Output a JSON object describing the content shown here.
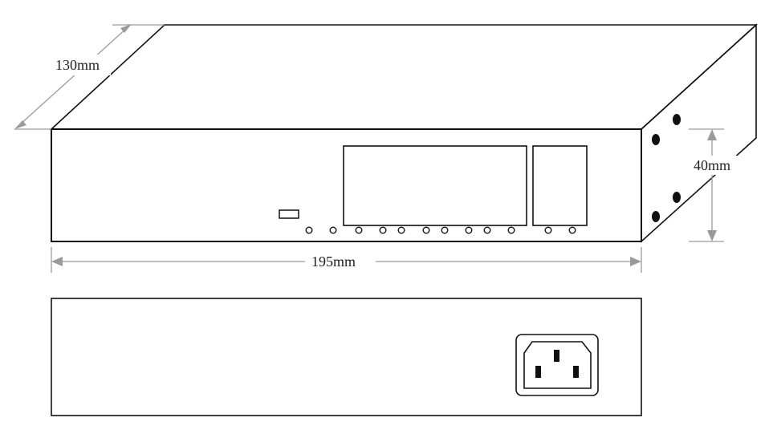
{
  "dimensions": {
    "depth": "130mm",
    "height": "40mm",
    "width": "195mm"
  },
  "front_panel": {
    "port_block_large_led_count": 8,
    "port_block_small_led_count": 2,
    "standalone_led_count": 2
  },
  "rear_panel": {
    "power_inlet": "IEC C14"
  },
  "colors": {
    "outline": "#111111",
    "dimension_line": "#9a9a9a",
    "label": "#222222"
  }
}
